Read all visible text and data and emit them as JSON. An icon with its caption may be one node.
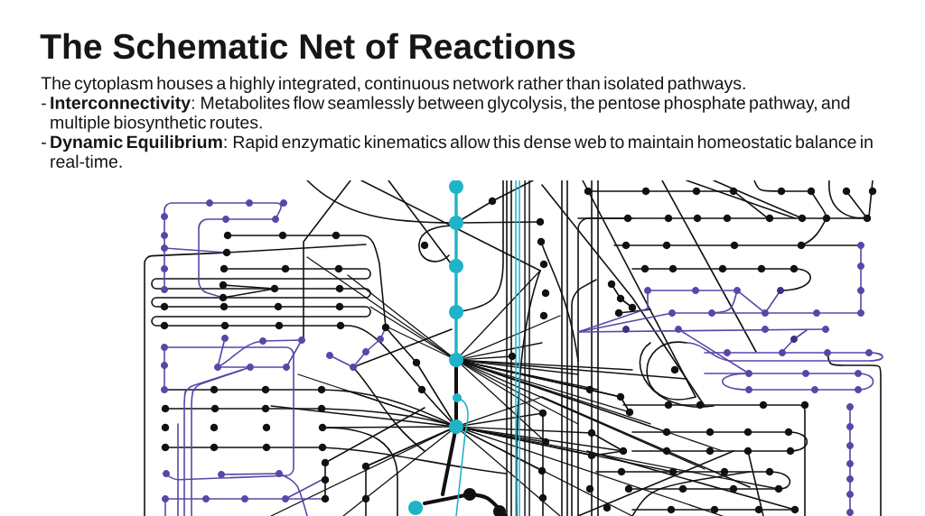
{
  "diagram": {
    "title": "The Schematic Net of Reactions",
    "labels": [
      "The cytoplasm houses a highly integrated, continuous network rather than isolated pathways.",
      "- **Interconnectivity**: Metabolites flow seamlessly between glycolysis, the pentose phosphate pathway, and multiple biosynthetic routes.",
      "- **Dynamic Equilibrium**: Rapid enzymatic kinematics allow this dense web to maintain homeostatic balance in real-time."
    ]
  }
}
